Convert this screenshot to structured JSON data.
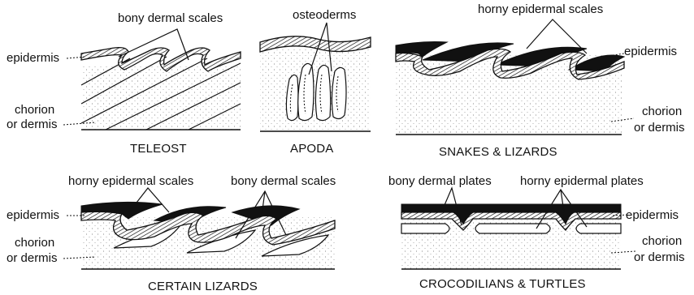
{
  "panels": {
    "teleost": {
      "caption": "TELEOST",
      "labels": {
        "scales": "bony dermal scales",
        "epidermis": "epidermis",
        "chorion_1": "chorion",
        "chorion_2": "or dermis"
      }
    },
    "apoda": {
      "caption": "APODA",
      "labels": {
        "osteoderms": "osteoderms"
      }
    },
    "snakes_lizards": {
      "caption": "SNAKES & LIZARDS",
      "labels": {
        "scales": "horny epidermal scales",
        "epidermis": "epidermis",
        "chorion_1": "chorion",
        "chorion_2": "or dermis"
      }
    },
    "certain_lizards": {
      "caption": "CERTAIN LIZARDS",
      "labels": {
        "horny_scales": "horny epidermal scales",
        "bony_scales": "bony dermal scales",
        "epidermis": "epidermis",
        "chorion_1": "chorion",
        "chorion_2": "or dermis"
      }
    },
    "crocodilians_turtles": {
      "caption": "CROCODILIANS & TURTLES",
      "labels": {
        "bony_plates": "bony dermal plates",
        "horny_plates": "horny epidermal plates",
        "epidermis": "epidermis",
        "chorion_1": "chorion",
        "chorion_2": "or dermis"
      }
    }
  }
}
